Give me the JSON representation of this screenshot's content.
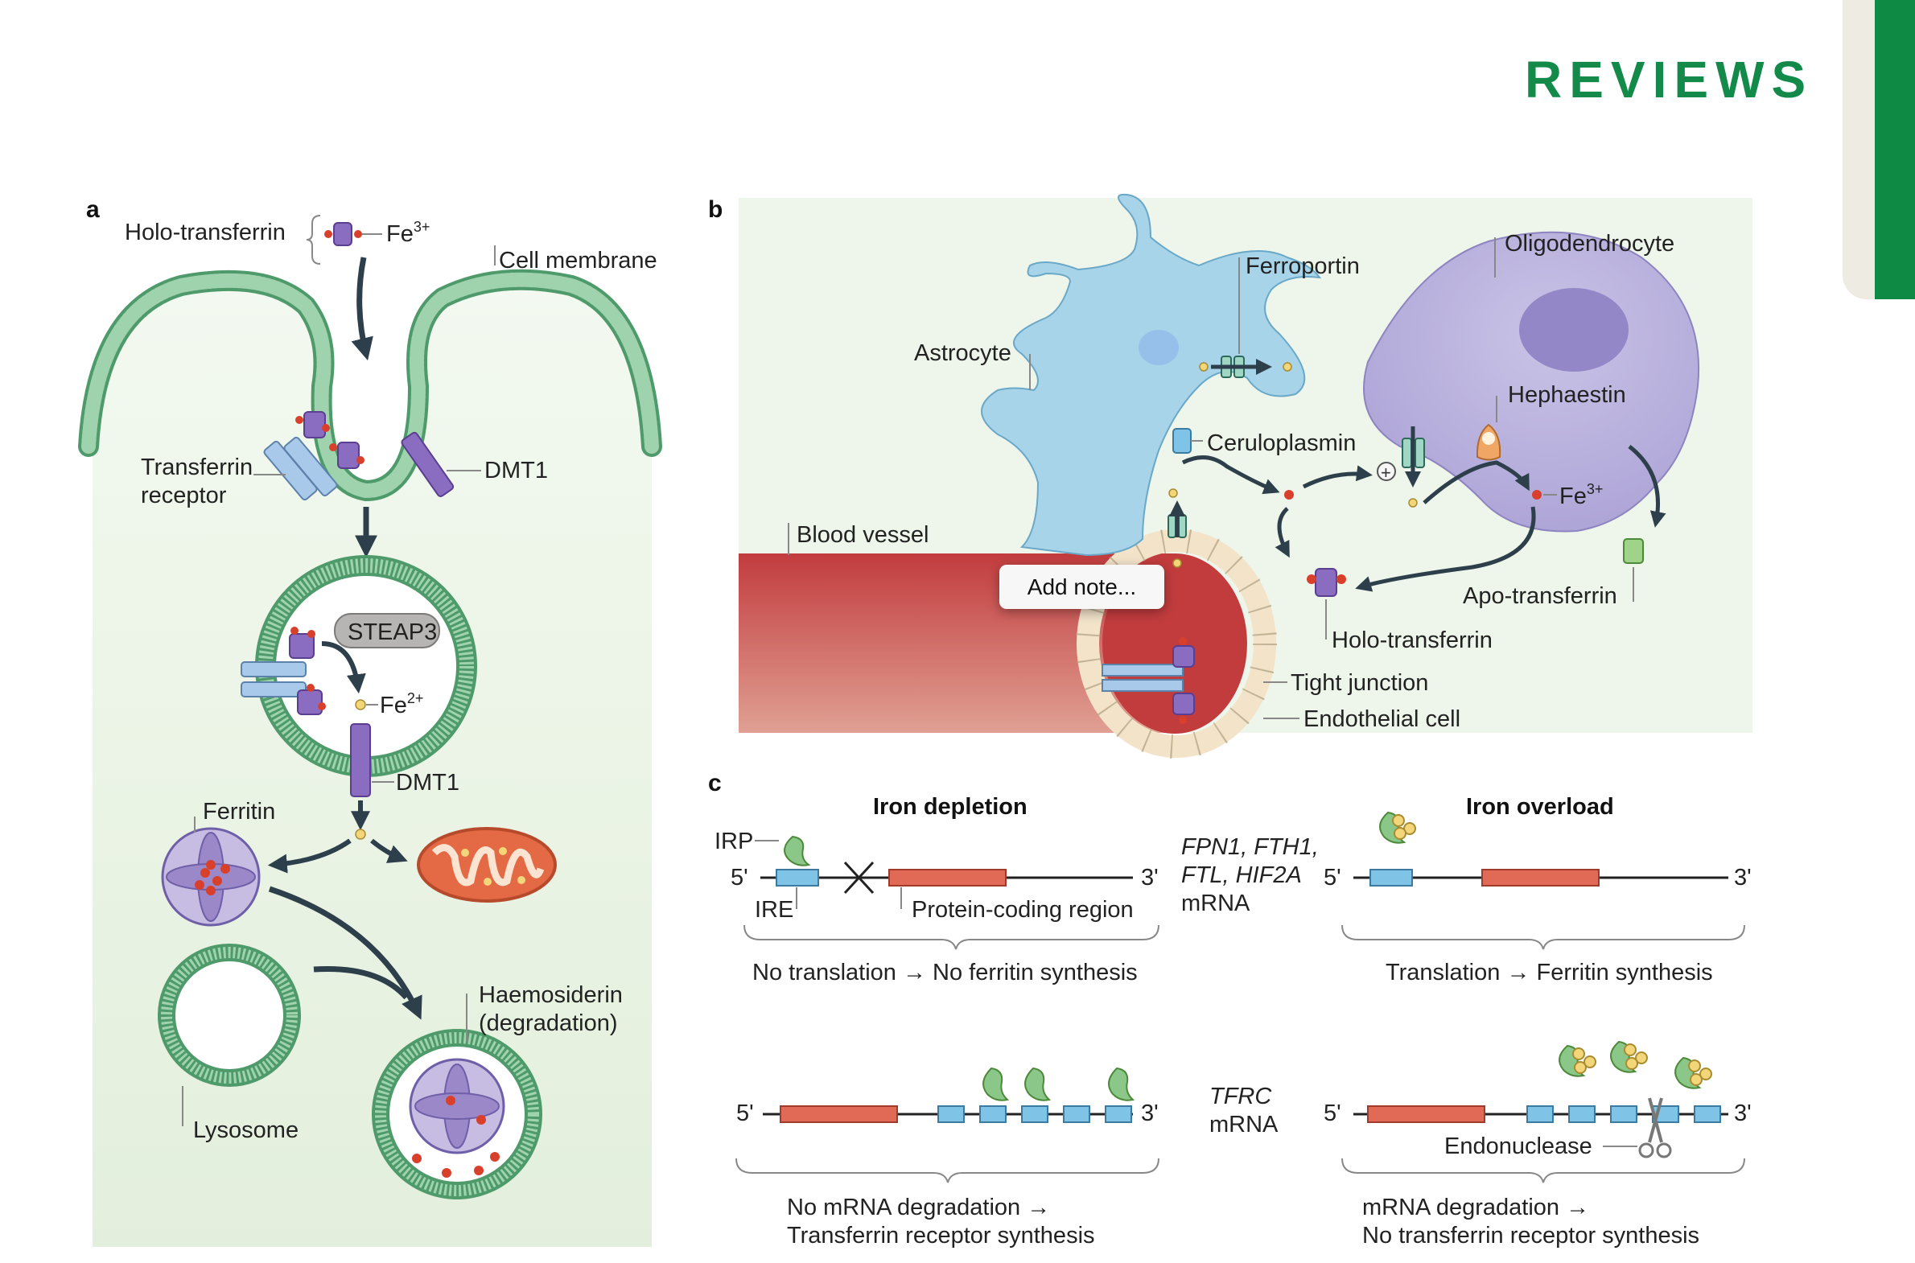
{
  "header": {
    "journal_section": "REVIEWS"
  },
  "popup": {
    "add_note": "Add note..."
  },
  "panel_a": {
    "letter": "a",
    "holo_transferrin": "Holo-transferrin",
    "fe3": "Fe",
    "fe3_sup": "3+",
    "cell_membrane": "Cell membrane",
    "transferrin_receptor_1": "Transferrin",
    "transferrin_receptor_2": "receptor",
    "dmt1_top": "DMT1",
    "steap3": "STEAP3",
    "fe2": "Fe",
    "fe2_sup": "2+",
    "dmt1_bottom": "DMT1",
    "ferritin": "Ferritin",
    "haemosiderin_1": "Haemosiderin",
    "haemosiderin_2": "(degradation)",
    "lysosome": "Lysosome"
  },
  "panel_b": {
    "letter": "b",
    "ferroportin": "Ferroportin",
    "oligodendrocyte": "Oligodendrocyte",
    "astrocyte": "Astrocyte",
    "hephaestin": "Hephaestin",
    "ceruloplasmin": "Ceruloplasmin",
    "fe3": "Fe",
    "fe3_sup": "3+",
    "blood_vessel": "Blood vessel",
    "apo_transferrin": "Apo-transferrin",
    "holo_transferrin": "Holo-transferrin",
    "tight_junction": "Tight junction",
    "endothelial_cell": "Endothelial cell",
    "plus": "+"
  },
  "panel_c": {
    "letter": "c",
    "iron_depletion": "Iron depletion",
    "iron_overload": "Iron overload",
    "irp": "IRP",
    "ire": "IRE",
    "five_prime": "5'",
    "three_prime": "3'",
    "protein_coding_region": "Protein-coding region",
    "genes_line1": "FPN1, FTH1,",
    "genes_line2": "FTL, HIF2A",
    "genes_line3": "mRNA",
    "no_translation": "No translation → No ferritin synthesis",
    "translation": "Translation → Ferritin synthesis",
    "tfrc": "TFRC",
    "tfrc_mrna": "mRNA",
    "endonuclease": "Endonuclease",
    "no_degradation_1": "No mRNA degradation →",
    "no_degradation_2": "Transferrin receptor synthesis",
    "degradation_1": "mRNA degradation →",
    "degradation_2": "No transferrin receptor synthesis"
  },
  "colors": {
    "membrane_green": "#8fcaa0",
    "membrane_dark": "#4e9a6a",
    "panel_a_bg": "#eaf4e6",
    "panel_b_bg": "#eef5ea",
    "astrocyte_blue": "#a8d4ea",
    "oligodendrocyte_purple": "#b8b1da",
    "vessel_red": "#c8494a",
    "transferrin_purple": "#8a6cc0",
    "receptor_blue": "#a9c9ea",
    "iron_red": "#d9402c",
    "iron_yellow": "#f4d67a",
    "ire_blue": "#7fc4e6",
    "coding_red": "#e06a56",
    "irp_green": "#8cc78a",
    "arrow_dark": "#2e3f4c",
    "journal_green": "#138a4a"
  }
}
